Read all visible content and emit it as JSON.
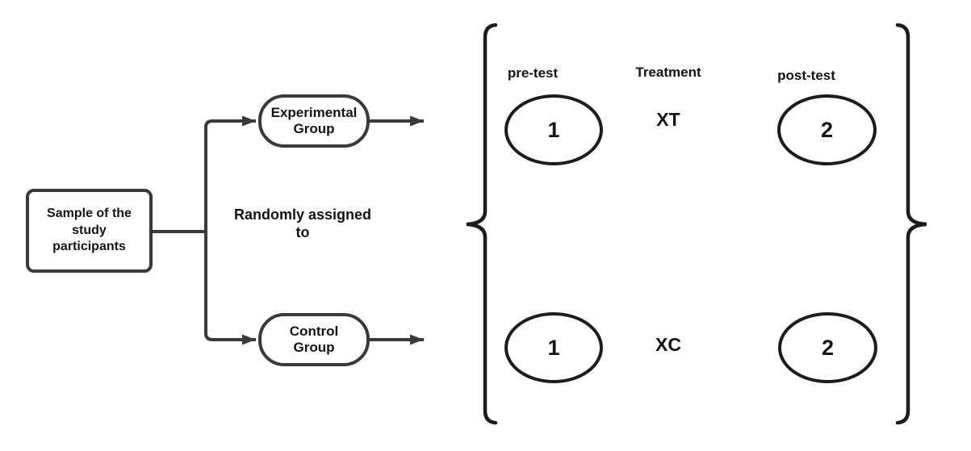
{
  "diagram": {
    "colors": {
      "connector_stroke": "#3a3a3a",
      "shape_outline": "#1c1c1c",
      "text": "#141414",
      "background": "#ffffff"
    },
    "sample_box": {
      "label": "Sample of the\nstudy\nparticipants"
    },
    "assignment_label": "Randomly assigned\nto",
    "groups": [
      {
        "label": "Experimental\nGroup"
      },
      {
        "label": "Control\nGroup"
      }
    ],
    "columns": [
      {
        "label": "pre-test"
      },
      {
        "label": "Treatment"
      },
      {
        "label": "post-test"
      }
    ],
    "rows": [
      {
        "group": "Experimental Group",
        "pre_test": "1",
        "treatment": "XT",
        "post_test": "2"
      },
      {
        "group": "Control Group",
        "pre_test": "1",
        "treatment": "XC",
        "post_test": "2"
      }
    ]
  }
}
